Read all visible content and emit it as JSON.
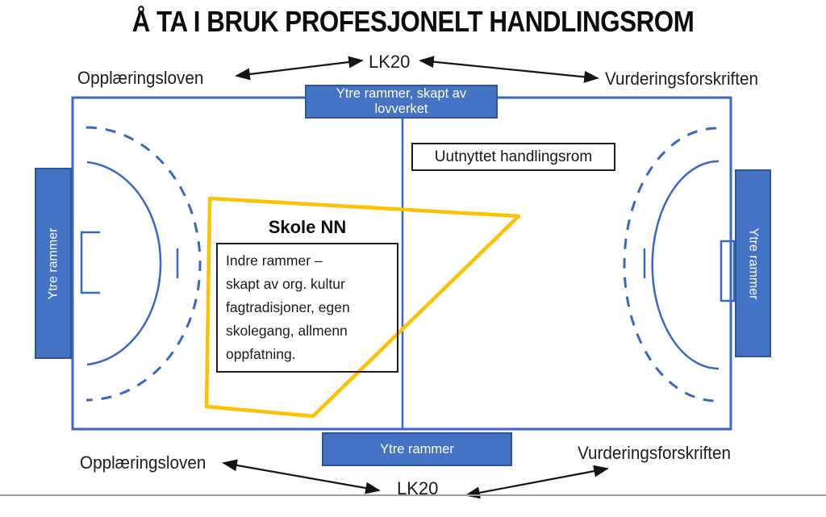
{
  "title": "Å TA I BRUK PROFESJONELT HANDLINGSROM",
  "top_row": {
    "left_label": "Opplæringsloven",
    "center_label": "LK20",
    "right_label": "Vurderingsforskriften"
  },
  "bottom_row": {
    "left_label": "Opplæringsloven",
    "center_label": "LK20",
    "right_label": "Vurderingsforskriften"
  },
  "court": {
    "top_box_lines": [
      "Ytre rammer, skapt av",
      "lovverket"
    ],
    "bottom_box_label": "Ytre rammer",
    "left_box_label": "Ytre rammer",
    "right_box_label": "Ytre rammer",
    "unused_space_label": "Uutnyttet handlingsrom",
    "school_name": "Skole NN",
    "inner_frames_lines": [
      "Indre rammer –",
      "skapt av org. kultur",
      "fagtradisjoner, egen",
      "skolegang, allmenn",
      "oppfatning."
    ]
  },
  "colors": {
    "box_blue_fill": "#4472C4",
    "box_blue_border": "#2F5597",
    "court_line_blue": "#3A66C8",
    "highlight_yellow": "#FFC000",
    "arrow_black": "#151515",
    "divider_gray": "#9E9E9E"
  }
}
